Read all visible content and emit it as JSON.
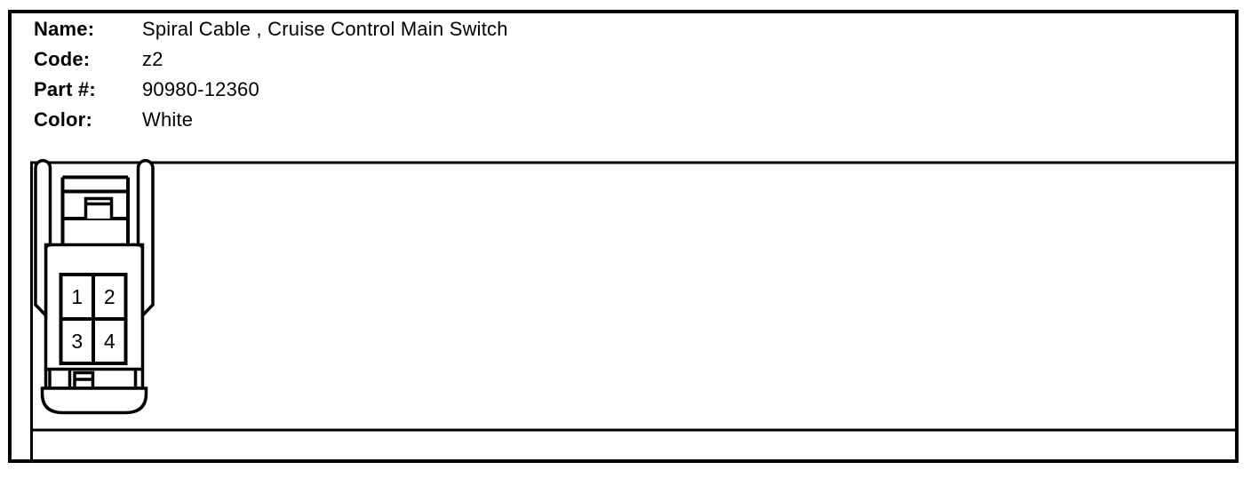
{
  "header": {
    "fields": [
      {
        "label": "Name:",
        "value": "Spiral Cable , Cruise Control Main Switch"
      },
      {
        "label": "Code:",
        "value": "z2"
      },
      {
        "label": "Part #:",
        "value": "90980-12360"
      },
      {
        "label": "Color:",
        "value": "White"
      }
    ]
  },
  "connector": {
    "pins": [
      "1",
      "2",
      "3",
      "4"
    ]
  },
  "colors": {
    "line": "#000000",
    "background": "#ffffff"
  }
}
